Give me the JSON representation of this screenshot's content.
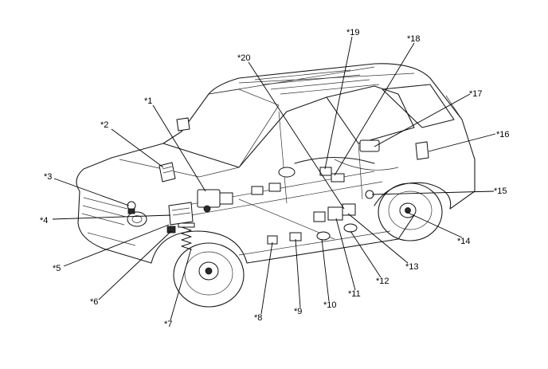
{
  "callouts": [
    {
      "id": "c1",
      "text": "*1"
    },
    {
      "id": "c2",
      "text": "*2"
    },
    {
      "id": "c3",
      "text": "*3"
    },
    {
      "id": "c4",
      "text": "*4"
    },
    {
      "id": "c5",
      "text": "*5"
    },
    {
      "id": "c6",
      "text": "*6"
    },
    {
      "id": "c7",
      "text": "*7"
    },
    {
      "id": "c8",
      "text": "*8"
    },
    {
      "id": "c9",
      "text": "*9"
    },
    {
      "id": "c10",
      "text": "*10"
    },
    {
      "id": "c11",
      "text": "*11"
    },
    {
      "id": "c12",
      "text": "*12"
    },
    {
      "id": "c13",
      "text": "*13"
    },
    {
      "id": "c14",
      "text": "*14"
    },
    {
      "id": "c15",
      "text": "*15"
    },
    {
      "id": "c16",
      "text": "*16"
    },
    {
      "id": "c17",
      "text": "*17"
    },
    {
      "id": "c18",
      "text": "*18"
    },
    {
      "id": "c19",
      "text": "*19"
    },
    {
      "id": "c20",
      "text": "*20"
    }
  ]
}
